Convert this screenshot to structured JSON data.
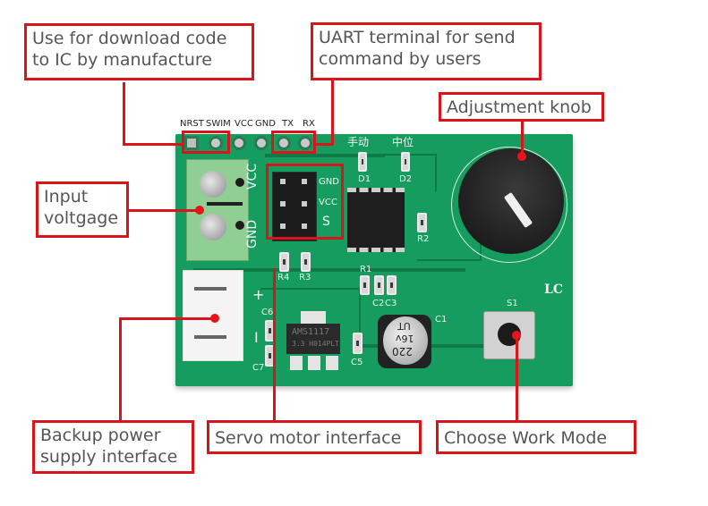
{
  "callouts": {
    "download": [
      "Use for download code",
      "to IC by manufacture"
    ],
    "uart": [
      "UART terminal for send",
      "command by users"
    ],
    "knob": "Adjustment knob",
    "input_voltage": [
      "Input",
      "voltgage"
    ],
    "backup_power": [
      "Backup power",
      "supply interface"
    ],
    "servo": "Servo motor interface",
    "work_mode": "Choose Work Mode"
  },
  "header_pins": [
    "NRST",
    "SWIM",
    "VCC",
    "GND",
    "TX",
    "RX"
  ],
  "silkscreen": {
    "led1_cn": "手动",
    "led2_cn": "中位",
    "d1": "D1",
    "d2": "D2",
    "r1": "R1",
    "r2": "R2",
    "r3": "R3",
    "r4": "R4",
    "c1": "C1",
    "c2": "C2",
    "c3": "C3",
    "c5": "C5",
    "c6": "C6",
    "c7": "C7",
    "s1": "S1",
    "logo": "LC",
    "terminal_vcc": "VCC",
    "terminal_gnd": "GND",
    "servo_gnd": "GND",
    "servo_vcc": "VCC",
    "servo_s": "S",
    "plus": "+",
    "minus": "I"
  },
  "components": {
    "regulator_line1": "AMS1117",
    "regulator_line2": "3.3 H014PLT",
    "capacitor_line1": "UT",
    "capacitor_line2": "16v",
    "capacitor_line3": "220"
  },
  "colors": {
    "callout_red": "#d9151b",
    "pcb_green": "#159c5e",
    "text_gray": "#555555"
  }
}
